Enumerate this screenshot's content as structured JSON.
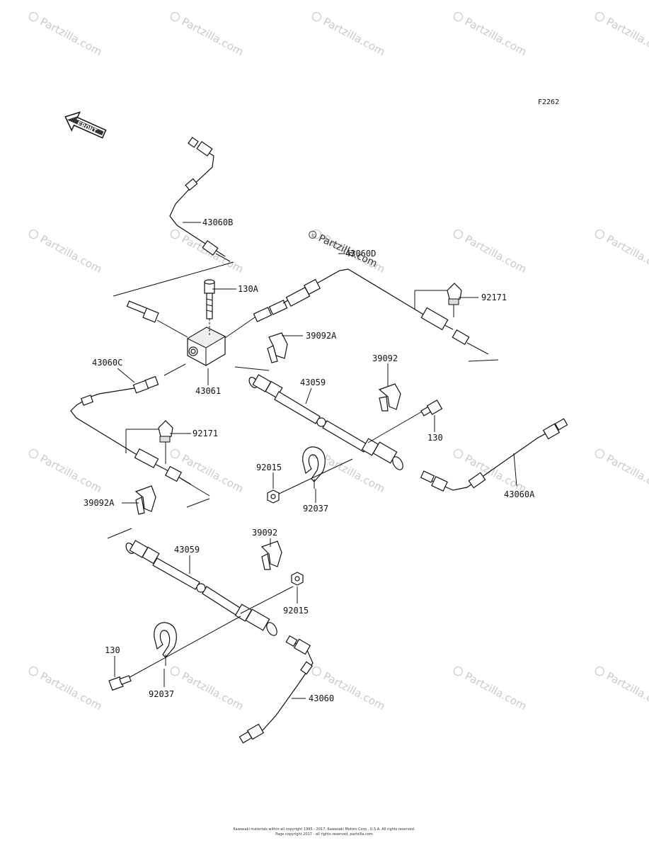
{
  "diagram": {
    "figure_code": "F2262",
    "front_arrow_label": "FRONT",
    "watermark": "Partzilla.com",
    "center_watermark": "Partzilla.com",
    "copyright_lines": [
      "Kawasaki materials within all copyright 1995 - 2017, Kawasaki Motors Corp., U.S.A. All rights reserved.",
      "Page copyright 2017 - all rights reserved, partzilla.com"
    ],
    "callouts": [
      {
        "id": "c-43060b",
        "text": "43060B"
      },
      {
        "id": "c-130a",
        "text": "130A"
      },
      {
        "id": "c-43060d",
        "text": "43060D"
      },
      {
        "id": "c-92171-top",
        "text": "92171"
      },
      {
        "id": "c-39092a-top",
        "text": "39092A"
      },
      {
        "id": "c-39092-top",
        "text": "39092"
      },
      {
        "id": "c-43060c",
        "text": "43060C"
      },
      {
        "id": "c-43061",
        "text": "43061"
      },
      {
        "id": "c-43059-top",
        "text": "43059"
      },
      {
        "id": "c-130-right",
        "text": "130"
      },
      {
        "id": "c-92171-mid",
        "text": "92171"
      },
      {
        "id": "c-92015-mid",
        "text": "92015"
      },
      {
        "id": "c-43060a",
        "text": "43060A"
      },
      {
        "id": "c-39092a-mid",
        "text": "39092A"
      },
      {
        "id": "c-92037-mid",
        "text": "92037"
      },
      {
        "id": "c-39092-low",
        "text": "39092"
      },
      {
        "id": "c-43059-low",
        "text": "43059"
      },
      {
        "id": "c-92015-low",
        "text": "92015"
      },
      {
        "id": "c-130-low",
        "text": "130"
      },
      {
        "id": "c-92037-low",
        "text": "92037"
      },
      {
        "id": "c-43060",
        "text": "43060"
      }
    ]
  }
}
